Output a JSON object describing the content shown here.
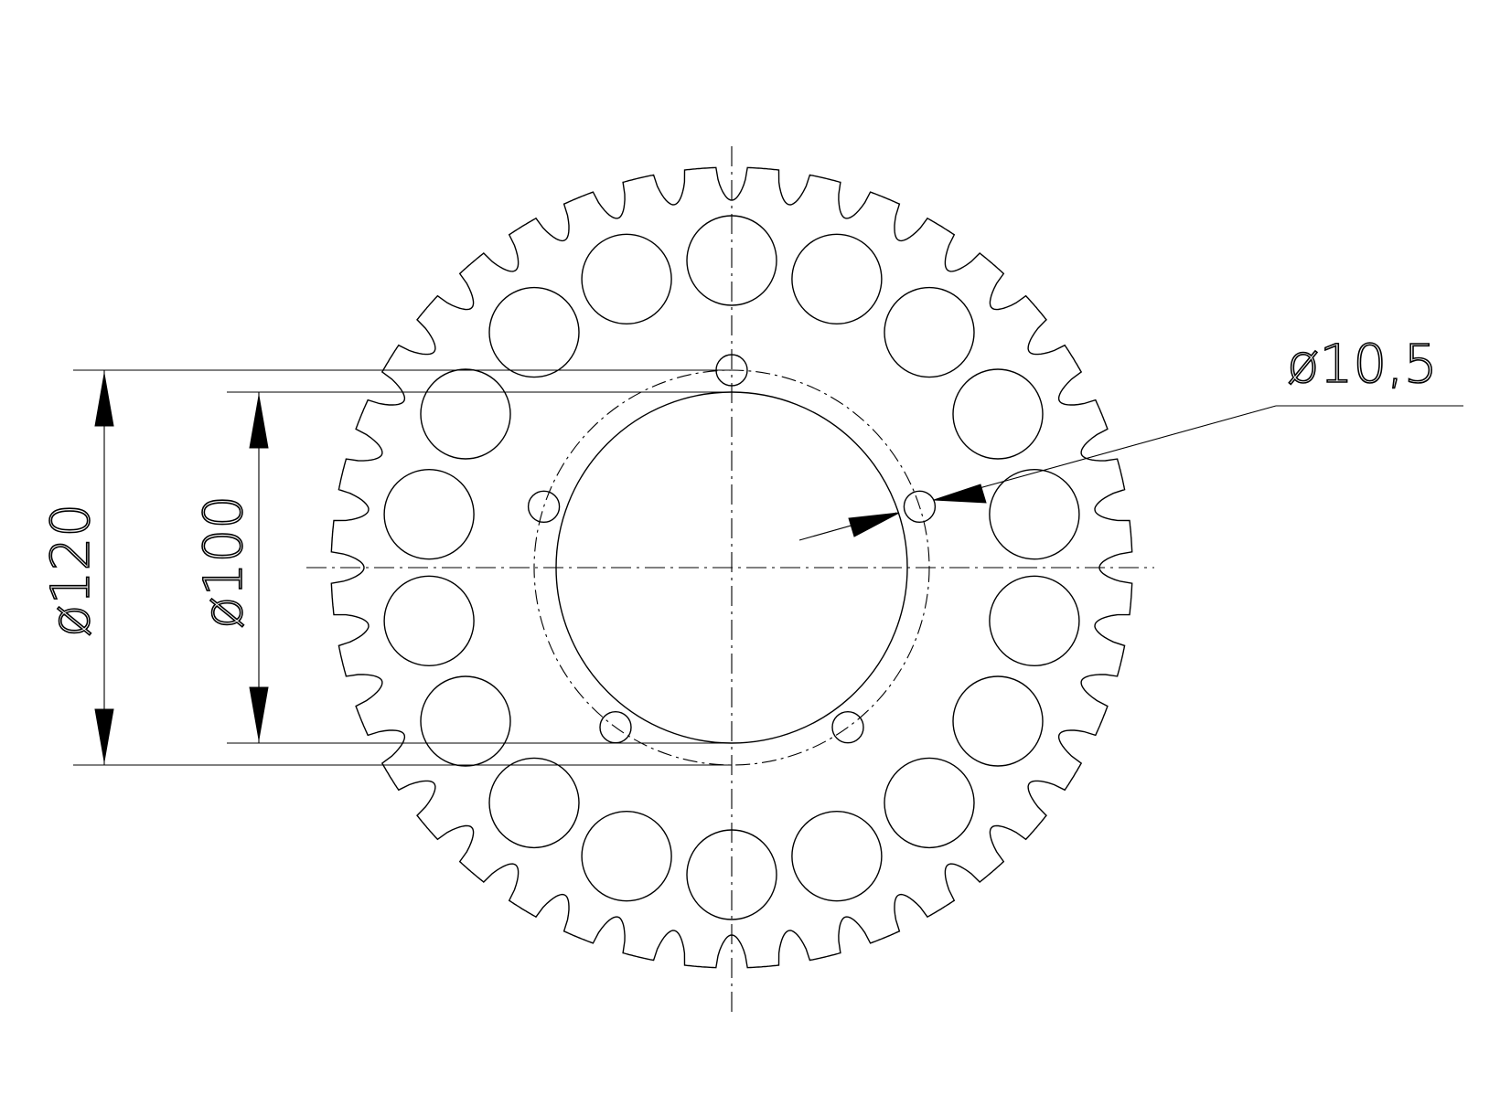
{
  "dimensions": {
    "bolt_circle_diameter": "ø120",
    "center_bore_diameter": "ø100",
    "bolt_hole_diameter": "ø10,5"
  },
  "sprocket": {
    "teeth": 40,
    "lightening_holes": 18,
    "bolt_holes": 5
  }
}
